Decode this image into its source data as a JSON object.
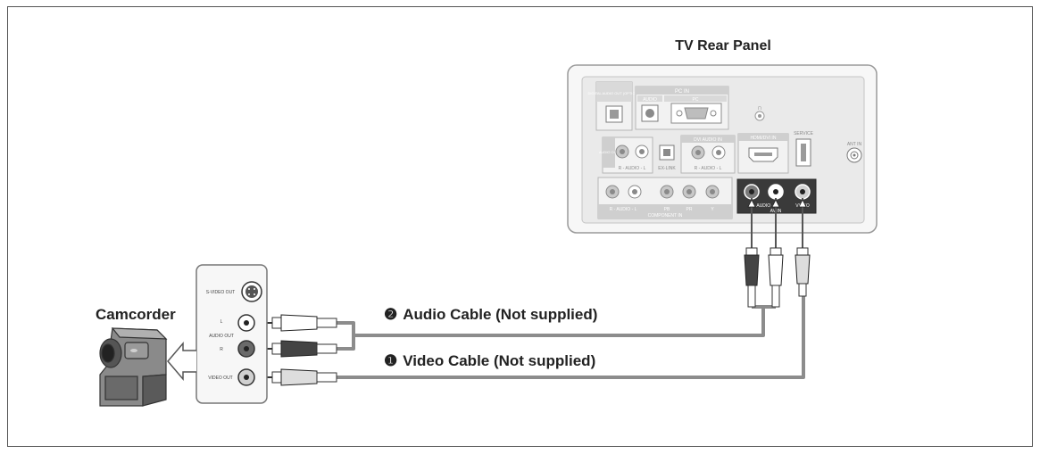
{
  "tv_panel": {
    "title": "TV Rear Panel",
    "digital_audio_out": "DIGITAL AUDIO OUT (OPTICAL)",
    "pc_in": "PC IN",
    "audio": "AUDIO",
    "pc": "PC",
    "audio_out": "AUDIO OUT",
    "audio_l_r": "R - AUDIO - L",
    "ex_link": "EX-LINK",
    "dvi_audio_in": "DVI AUDIO IN",
    "hdmi_dvi_in": "HDMI/DVI IN",
    "service": "SERVICE",
    "ant_in": "ANT IN",
    "component_audio": "R - AUDIO - L",
    "component_pb": "PB",
    "component_pr": "PR",
    "component_y": "Y",
    "component_in": "COMPONENT IN",
    "av_audio": "R - AUDIO - L",
    "av_video": "VIDEO",
    "av_in": "AV IN"
  },
  "camcorder": {
    "label": "Camcorder",
    "svideo_out": "S-VIDEO OUT",
    "audio_l": "L",
    "audio_out": "AUDIO OUT",
    "audio_r": "R",
    "video_out": "VIDEO OUT"
  },
  "cables": {
    "audio_number": "❷",
    "audio_label": "Audio Cable (Not supplied)",
    "video_number": "❶",
    "video_label": "Video Cable (Not supplied)"
  },
  "colors": {
    "frame": "#555555",
    "panel_fill": "#efefef",
    "panel_stroke": "#999999",
    "cable": "#8c8c8c",
    "connector_dark": "#4a4a4a"
  }
}
